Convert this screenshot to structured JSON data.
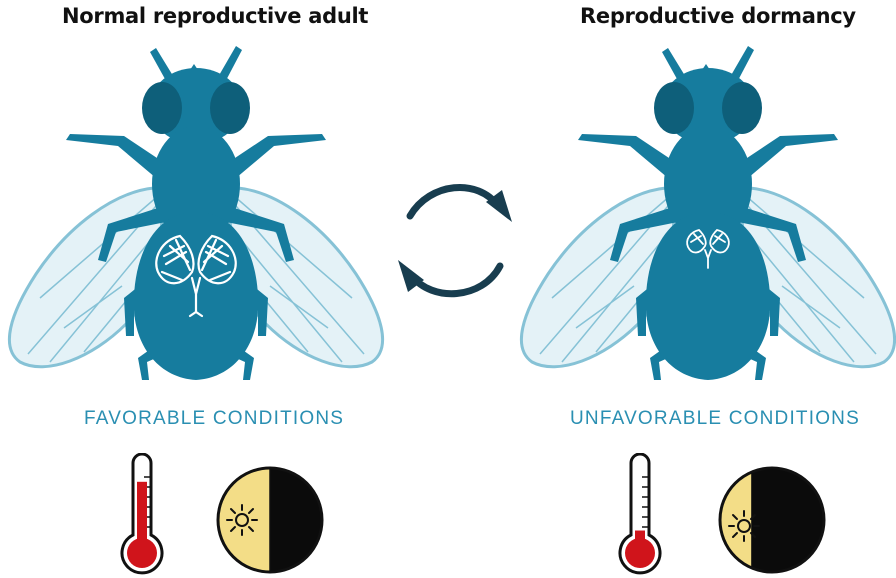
{
  "panels": {
    "left": {
      "title": "Normal reproductive adult",
      "condition_label": "FAVORABLE CONDITIONS",
      "ovary_state": "large",
      "thermometer_fill": 0.8,
      "daylight_fraction": 0.5
    },
    "right": {
      "title": "Reproductive dormancy",
      "condition_label": "UNFAVORABLE CONDITIONS",
      "ovary_state": "small",
      "thermometer_fill": 0.22,
      "daylight_fraction": 0.3
    }
  },
  "icons": {
    "thermometer": "thermometer-icon",
    "day_night": "sun-moon-icon",
    "sun": "sun-icon",
    "moon": "moon-icon",
    "cycle": "cycle-arrows-icon"
  },
  "colors": {
    "fly_body": "#167c9e",
    "fly_eye": "#0e5f7a",
    "wing_stroke": "#86c2d6",
    "wing_fill": "#e4f2f7",
    "arrow": "#183d4f",
    "condition_text": "#2a8fb2",
    "thermometer_red": "#d0141b",
    "day_color": "#f3dd87",
    "night_color": "#0b0b0b",
    "moon_color": "#9fd0e6"
  }
}
